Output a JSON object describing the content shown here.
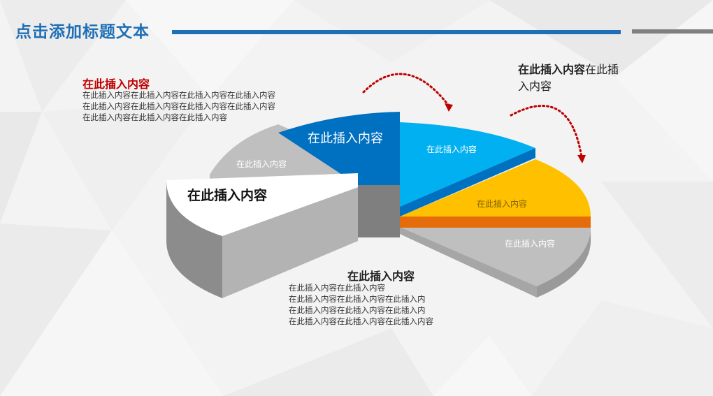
{
  "title": "点击添加标题文本",
  "top_left": {
    "heading": "在此插入内容",
    "lines": [
      "在此插入内容在此插入内容在此插入内容在此插入内容",
      "在此插入内容在此插入内容在此插入内容在此插入内容",
      "在此插入内容在此插入内容在此插入内容"
    ]
  },
  "top_right": {
    "bold": "在此插入内容",
    "normal": "在此插入内容"
  },
  "bottom": {
    "heading": "在此插入内容",
    "lines": [
      "在此插入内容在此插入内容",
      "在此插入内容在此插入内容在此插入内",
      "在此插入内容在此插入内容在此插入内",
      "在此插入内容在此插入内容在此插入内容"
    ]
  },
  "segments": {
    "white": "在此插入内容",
    "grey_left": "在此插入内容",
    "blue_dark": "在此插入内容",
    "blue_light": "在此插入内容",
    "yellow": "在此插入内容",
    "grey_right": "在此插入内容"
  },
  "colors": {
    "title": "#1f6fb6",
    "accent_red": "#c00000",
    "dark_blue": "#0070c0",
    "light_blue": "#00b0f0",
    "yellow": "#ffc000",
    "orange": "#e46c0a",
    "grey": "#bfbfbf"
  }
}
